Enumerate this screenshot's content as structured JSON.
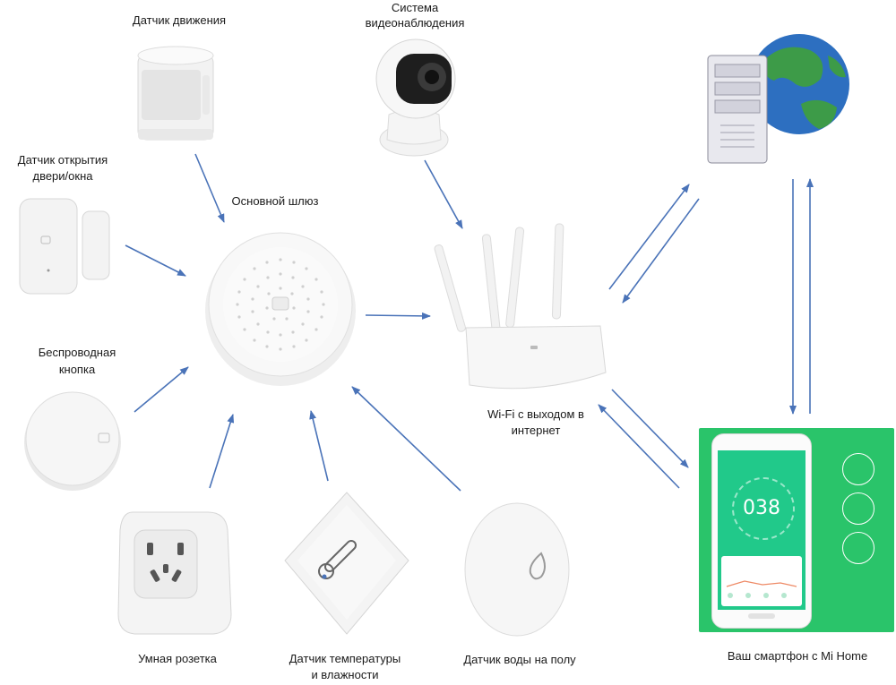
{
  "labels": {
    "motion_sensor": "Датчик движения",
    "camera_line1": "Система",
    "camera_line2": "видеонаблюдения",
    "door_sensor_line1": "Датчик открытия",
    "door_sensor_line2": "двери/окна",
    "gateway": "Основной шлюз",
    "wireless_button_line1": "Беспроводная",
    "wireless_button_line2": "кнопка",
    "router_line1": "Wi-Fi с выходом в",
    "router_line2": "интернет",
    "smart_plug": "Умная розетка",
    "temp_sensor_line1": "Датчик температуры",
    "temp_sensor_line2": "и влажности",
    "water_sensor": "Датчик воды на полу",
    "smartphone": "Ваш смартфон с Mi Home"
  },
  "phone_screen": {
    "reading": "038"
  },
  "colors": {
    "arrow": "#4a73b8",
    "device_white": "#f4f4f4",
    "phone_green": "#21c98a",
    "phone_frame": "#2ac46a"
  }
}
